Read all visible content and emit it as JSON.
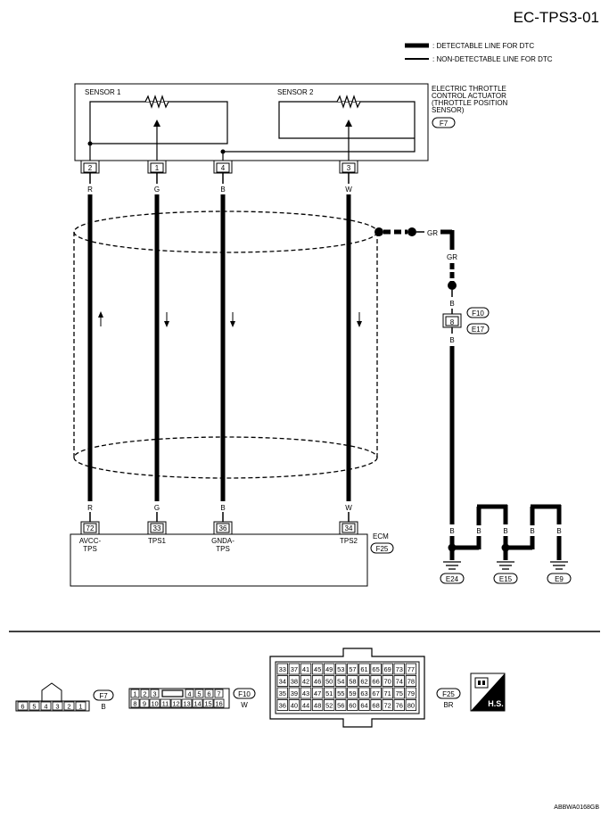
{
  "title": "EC-TPS3-01",
  "legend": {
    "detectable": ": DETECTABLE LINE FOR DTC",
    "non_detectable": ": NON-DETECTABLE LINE FOR DTC"
  },
  "actuator": {
    "line1": "ELECTRIC THROTTLE",
    "line2": "CONTROL ACTUATOR",
    "line3": "(THROTTLE POSITION",
    "line4": "SENSOR)",
    "connector": "F7",
    "sensor1": "SENSOR 1",
    "sensor2": "SENSOR 2"
  },
  "pins_top": [
    "2",
    "1",
    "4",
    "3"
  ],
  "wire_colors": [
    "R",
    "G",
    "B",
    "W"
  ],
  "ecm": {
    "label": "ECM",
    "connector": "F25",
    "pins": [
      "72",
      "33",
      "36",
      "34"
    ],
    "term1a": "AVCC-",
    "term1b": "TPS",
    "term2": "TPS1",
    "term3a": "GNDA-",
    "term3b": "TPS",
    "term4": "TPS2"
  },
  "shield": {
    "color_gr": "GR",
    "color_b": "B",
    "junction_pin": "8",
    "junction_a": "F10",
    "junction_b": "E17"
  },
  "grounds": {
    "e24": "E24",
    "e15": "E15",
    "e9": "E9",
    "wire": "B"
  },
  "connectors": {
    "f7": {
      "id": "F7",
      "color": "B",
      "pins": [
        "6",
        "5",
        "4",
        "3",
        "2",
        "1"
      ]
    },
    "f10": {
      "id": "F10",
      "color": "W",
      "row1": [
        "1",
        "2",
        "3",
        "4",
        "5",
        "6",
        "7"
      ],
      "row2": [
        "8",
        "9",
        "10",
        "11",
        "12",
        "13",
        "14",
        "15",
        "16"
      ]
    },
    "f25": {
      "id": "F25",
      "color": "BR",
      "rows": [
        [
          "33",
          "37",
          "41",
          "45",
          "49",
          "53",
          "57",
          "61",
          "65",
          "69",
          "73",
          "77"
        ],
        [
          "34",
          "38",
          "42",
          "46",
          "50",
          "54",
          "58",
          "62",
          "66",
          "70",
          "74",
          "78"
        ],
        [
          "35",
          "39",
          "43",
          "47",
          "51",
          "55",
          "59",
          "63",
          "67",
          "71",
          "75",
          "79"
        ],
        [
          "36",
          "40",
          "44",
          "48",
          "52",
          "56",
          "60",
          "64",
          "68",
          "72",
          "76",
          "80"
        ]
      ]
    }
  },
  "hs": "H.S.",
  "code": "ABBWA0168GB"
}
